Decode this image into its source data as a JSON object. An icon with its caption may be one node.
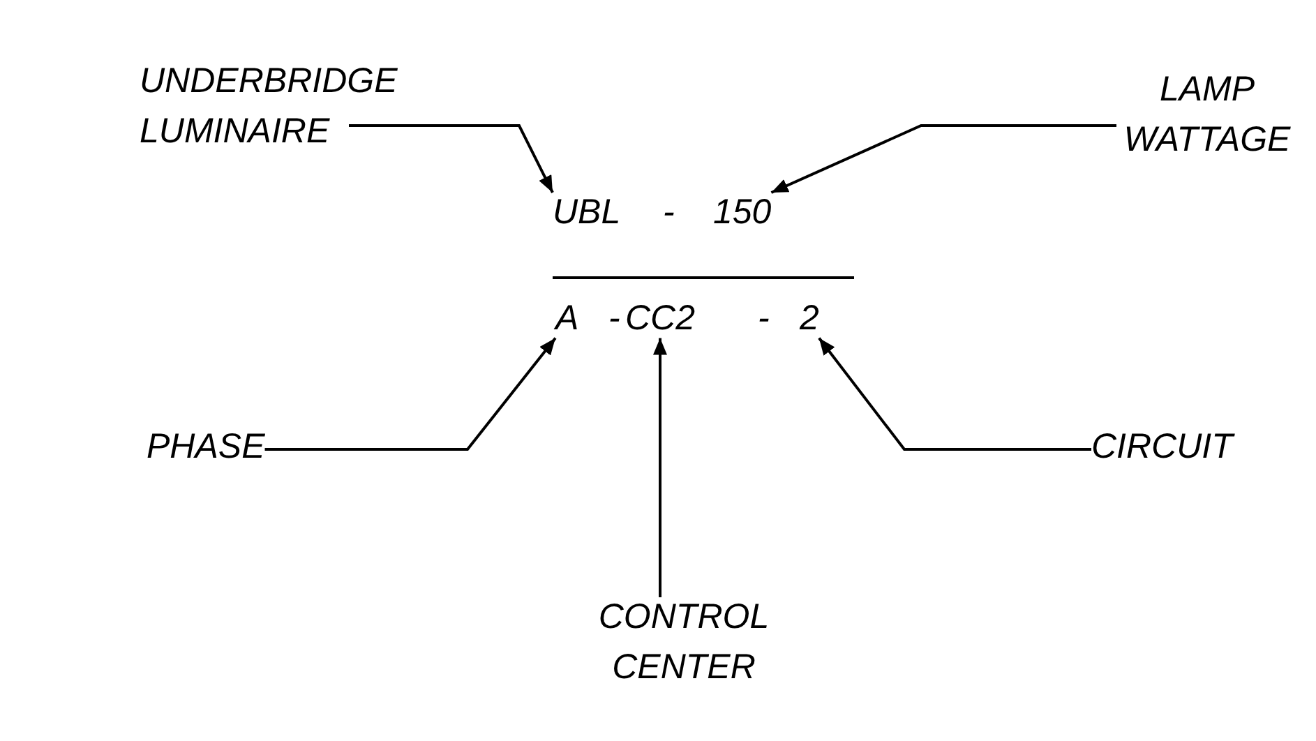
{
  "diagram": {
    "nodes": [
      {
        "text": [
          "UNDERBRIDGE LUMINAIRE"
        ]
      },
      {
        "text": [
          "LAMP WATTAGE"
        ]
      },
      {
        "text": [
          "UBL"
        ]
      },
      {
        "text": [
          "150"
        ]
      },
      {
        "text": [
          "A"
        ]
      },
      {
        "text": [
          "CC2"
        ]
      },
      {
        "text": [
          "2"
        ]
      },
      {
        "text": [
          "PHASE"
        ]
      },
      {
        "text": [
          "CIRCUIT"
        ]
      },
      {
        "text": [
          "CONTROL CENTER"
        ]
      }
    ],
    "edges": [
      {
        "from": 0,
        "to": 2,
        "arrow": "to"
      },
      {
        "from": 1,
        "to": 3,
        "arrow": "to"
      },
      {
        "from": 7,
        "to": 4,
        "arrow": "to"
      },
      {
        "from": 9,
        "to": 5,
        "arrow": "to"
      },
      {
        "from": 8,
        "to": 6,
        "arrow": "to"
      }
    ],
    "labels": [
      "-",
      "-",
      "-"
    ]
  }
}
